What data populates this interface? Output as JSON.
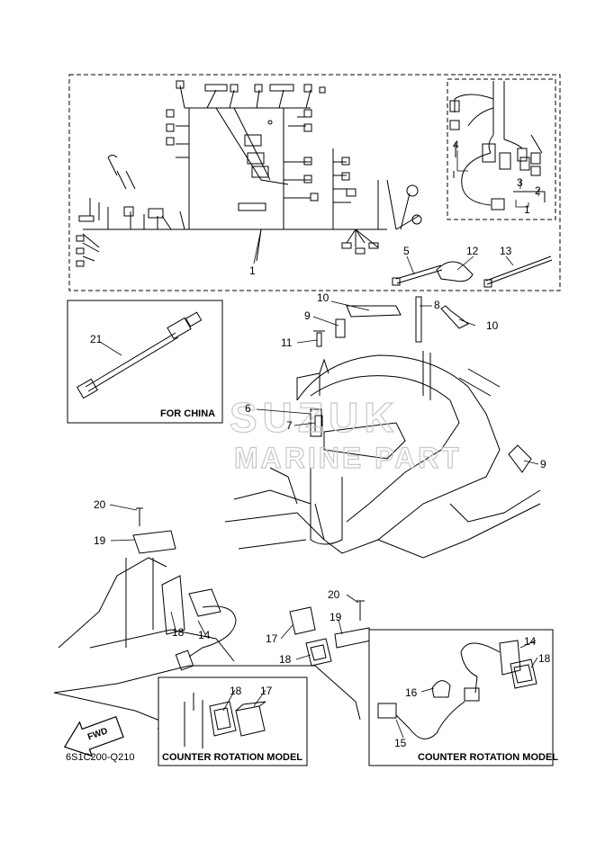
{
  "diagram": {
    "watermark_top": "SUZUK",
    "watermark_bottom": "MARINE PART",
    "code": "6S1C200-Q210",
    "fwd_label": "FWD",
    "box_labels": {
      "for_china": "FOR CHINA",
      "counter_rotation_left": "COUNTER ROTATION MODEL",
      "counter_rotation_right": "COUNTER ROTATION MODEL"
    },
    "callouts": [
      {
        "id": "c1a",
        "text": "1"
      },
      {
        "id": "c1b",
        "text": "1"
      },
      {
        "id": "c2",
        "text": "2"
      },
      {
        "id": "c3",
        "text": "3"
      },
      {
        "id": "c4",
        "text": "4"
      },
      {
        "id": "c5",
        "text": "5"
      },
      {
        "id": "c6",
        "text": "6"
      },
      {
        "id": "c7",
        "text": "7"
      },
      {
        "id": "c8",
        "text": "8"
      },
      {
        "id": "c9a",
        "text": "9"
      },
      {
        "id": "c9b",
        "text": "9"
      },
      {
        "id": "c10a",
        "text": "10"
      },
      {
        "id": "c10b",
        "text": "10"
      },
      {
        "id": "c11",
        "text": "11"
      },
      {
        "id": "c12",
        "text": "12"
      },
      {
        "id": "c13",
        "text": "13"
      },
      {
        "id": "c14a",
        "text": "14"
      },
      {
        "id": "c14b",
        "text": "14"
      },
      {
        "id": "c15",
        "text": "15"
      },
      {
        "id": "c16",
        "text": "16"
      },
      {
        "id": "c17a",
        "text": "17"
      },
      {
        "id": "c17b",
        "text": "17"
      },
      {
        "id": "c18a",
        "text": "18"
      },
      {
        "id": "c18b",
        "text": "18"
      },
      {
        "id": "c18c",
        "text": "18"
      },
      {
        "id": "c18d",
        "text": "18"
      },
      {
        "id": "c19a",
        "text": "19"
      },
      {
        "id": "c19b",
        "text": "19"
      },
      {
        "id": "c20a",
        "text": "20"
      },
      {
        "id": "c20b",
        "text": "20"
      },
      {
        "id": "c21",
        "text": "21"
      }
    ]
  }
}
